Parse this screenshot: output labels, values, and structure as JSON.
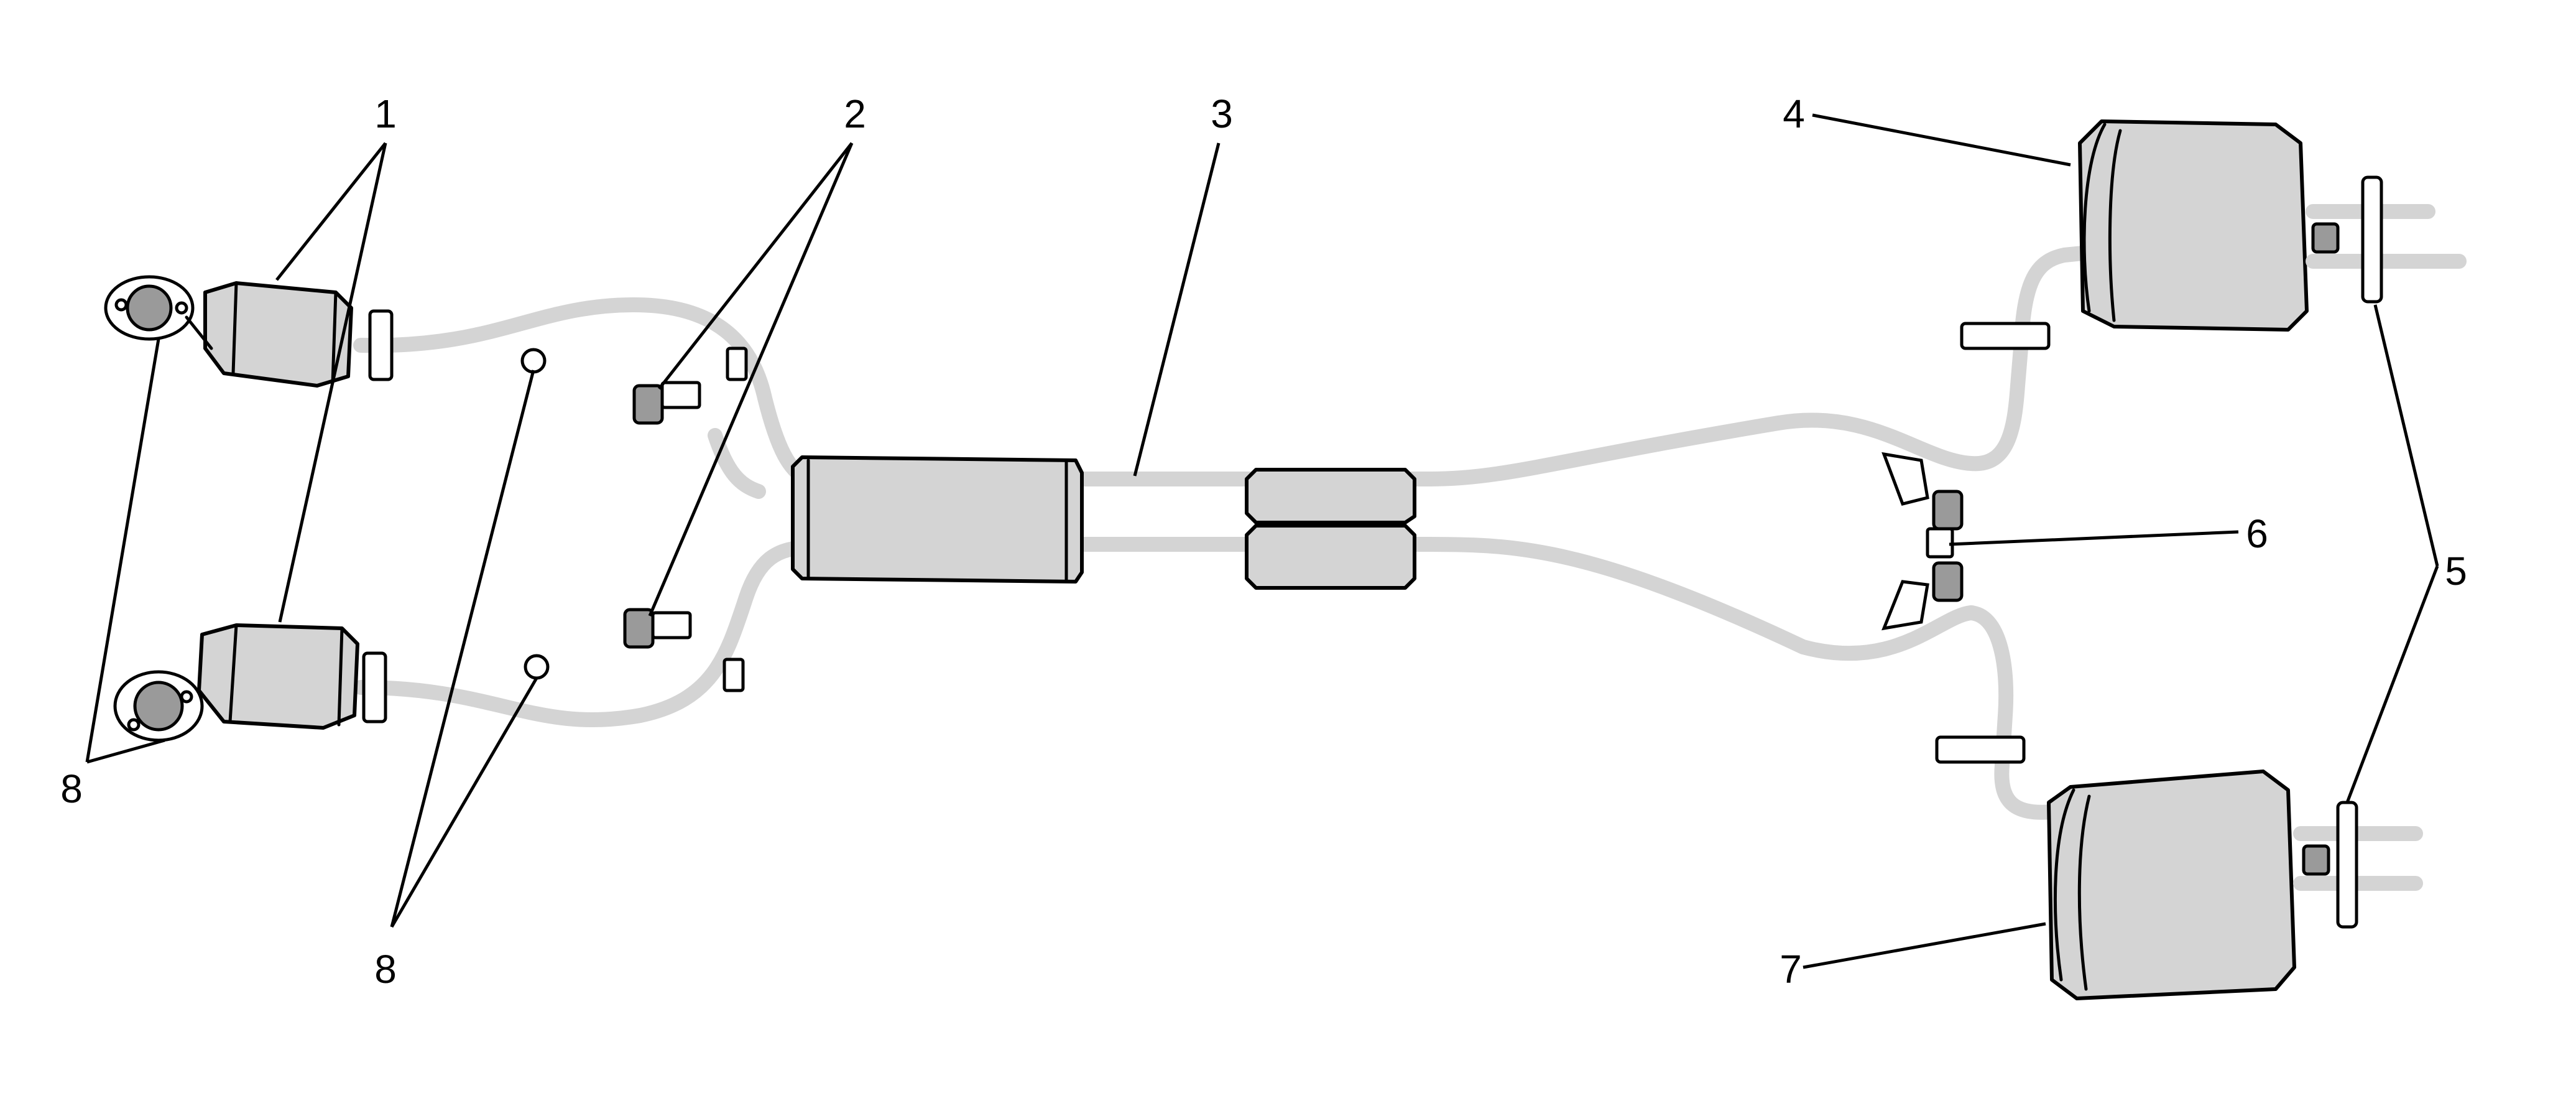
{
  "callouts": [
    {
      "id": "1",
      "label": "1"
    },
    {
      "id": "2",
      "label": "2"
    },
    {
      "id": "3",
      "label": "3"
    },
    {
      "id": "4",
      "label": "4"
    },
    {
      "id": "5",
      "label": "5"
    },
    {
      "id": "6",
      "label": "6"
    },
    {
      "id": "7",
      "label": "7"
    },
    {
      "id": "8a",
      "label": "8"
    },
    {
      "id": "8b",
      "label": "8"
    }
  ],
  "colors": {
    "line": "#000000",
    "fill": "#d4d4d4",
    "shade": "#9a9a9a",
    "background": "#ffffff"
  }
}
